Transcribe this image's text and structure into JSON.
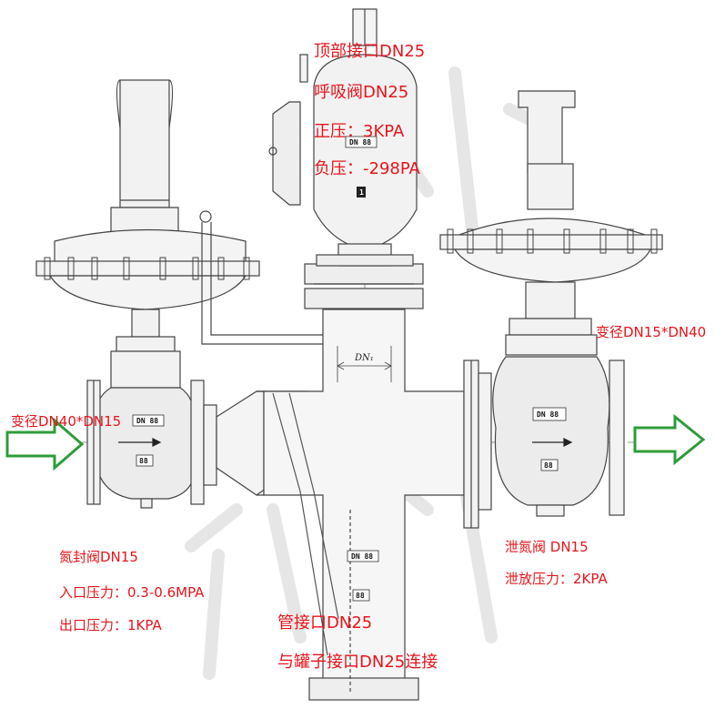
{
  "labels": {
    "top_connection": "顶部接口DN25",
    "breather_valve": "呼吸阀DN25",
    "positive_pressure": "正压：3KPA",
    "negative_pressure": "负压：-298PA",
    "outlet_reducer": "变径DN15*DN40",
    "inlet_reducer": "变径DN40*DN15",
    "nitrogen_seal_valve": "氮封阀DN15",
    "inlet_pressure": "入口压力：0.3-0.6MPA",
    "outlet_pressure": "出口压力：1KPA",
    "nitrogen_relief_valve": "泄氮阀 DN15",
    "relief_pressure": "泄放压力：2KPA",
    "pipe_connection": "管接口DN25",
    "tank_connection": "与罐子接口DN25连接"
  },
  "drawing": {
    "tag_dn": "DN",
    "tag_value": "88",
    "tag_dn88": "DN 88",
    "tag_1": "1",
    "dn_symbol": "DN₁"
  },
  "colors": {
    "annotation": "#e8141b",
    "line": "#444444",
    "body_fill": "#ececec",
    "arrow_outline": "#2e9c3a",
    "watermark": "#e4e4e4"
  }
}
